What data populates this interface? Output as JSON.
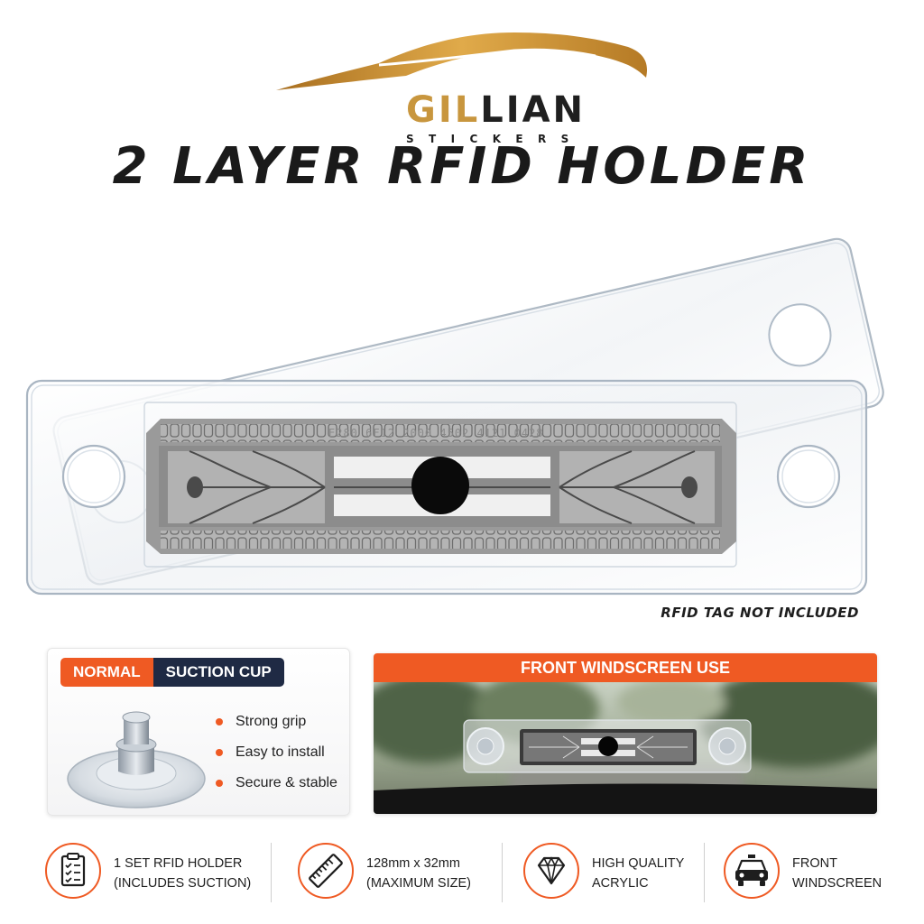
{
  "brand": {
    "name_part1": "GIL",
    "name_part2": "LIAN",
    "tagline": "STICKERS",
    "accent_color": "#c8963e"
  },
  "title": "2 LAYER RFID HOLDER",
  "product": {
    "tag_code": "E280 6F12 2000 4502 4121 0428",
    "note": "RFID TAG NOT INCLUDED"
  },
  "suction_panel": {
    "label_normal": "NORMAL",
    "label_suction": "SUCTION CUP",
    "features": [
      "Strong grip",
      "Easy to install",
      "Secure & stable"
    ]
  },
  "windscreen_panel": {
    "header": "FRONT WINDSCREEN USE"
  },
  "feature_row": [
    {
      "icon": "clipboard-checklist-icon",
      "line1": "1 SET RFID HOLDER",
      "line2": "(INCLUDES SUCTION)"
    },
    {
      "icon": "ruler-icon",
      "line1": "128mm x 32mm",
      "line2": "(MAXIMUM SIZE)"
    },
    {
      "icon": "diamond-icon",
      "line1": "HIGH QUALITY",
      "line2": "ACRYLIC"
    },
    {
      "icon": "car-front-icon",
      "line1": "FRONT",
      "line2": "WINDSCREEN"
    }
  ],
  "colors": {
    "accent": "#ef5a23",
    "navy": "#1f2a44",
    "text": "#1e1e1e"
  }
}
